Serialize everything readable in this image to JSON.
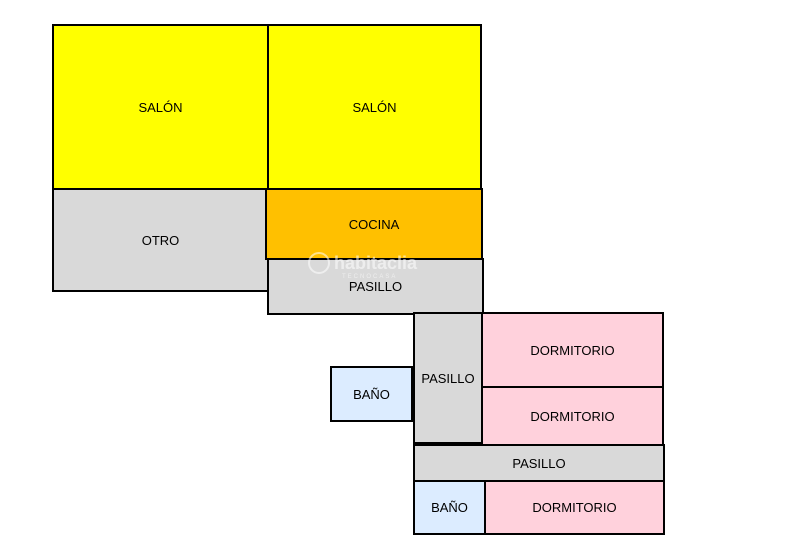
{
  "plan": {
    "rooms": {
      "salon_left": "SALÓN",
      "salon_right": "SALÓN",
      "otro": "OTRO",
      "cocina": "COCINA",
      "pasillo_top": "PASILLO",
      "pasillo_vertical": "PASILLO",
      "dormitorio_1": "DORMITORIO",
      "dormitorio_2": "DORMITORIO",
      "bano_1": "BAÑO",
      "pasillo_bottom": "PASILLO",
      "bano_2": "BAÑO",
      "dormitorio_3": "DORMITORIO"
    },
    "colors": {
      "salon": "#ffff00",
      "cocina": "#ffc000",
      "pasillo_otro": "#d9d9d9",
      "dormitorio": "#ffd1dc",
      "bano": "#dcecff"
    }
  },
  "watermark": {
    "brand": "habitaclia",
    "tagline": "TECNOCASA"
  }
}
